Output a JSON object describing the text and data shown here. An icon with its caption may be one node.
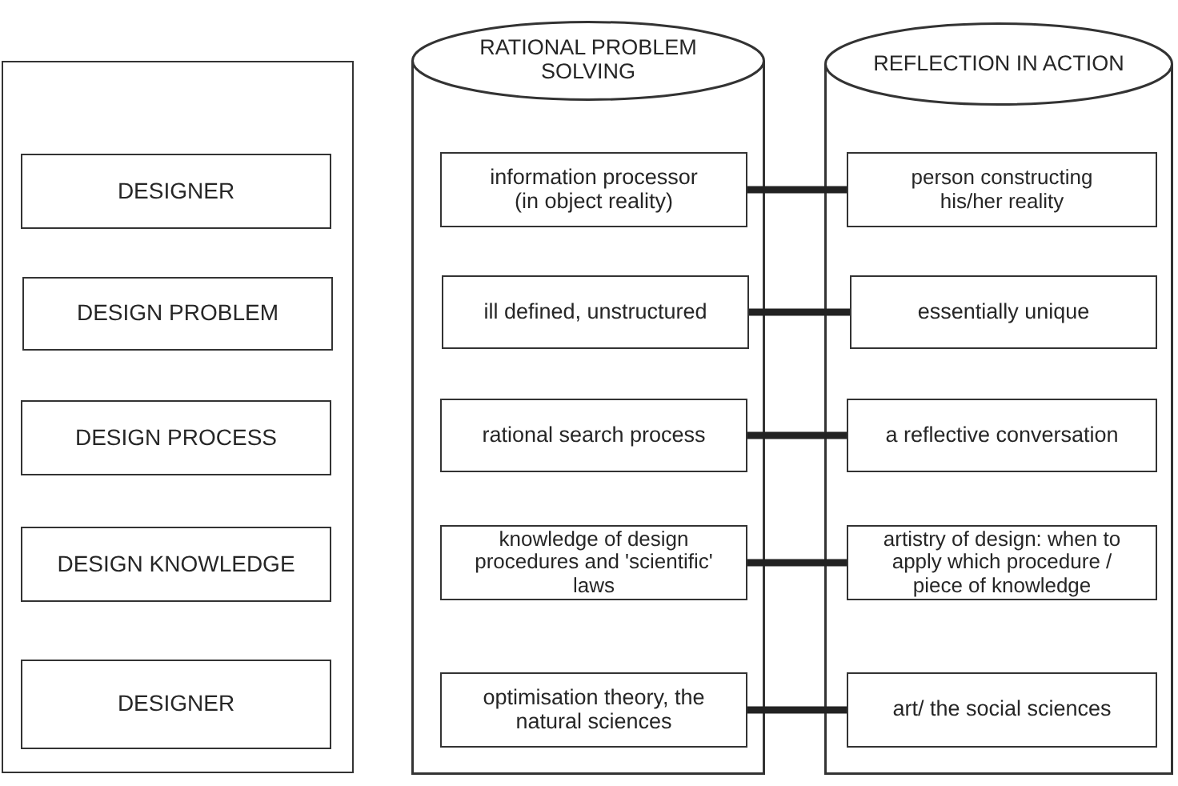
{
  "diagram": {
    "nodes": [
      {
        "text": [],
        "shape": "box"
      },
      {
        "text": [
          "DESIGNER"
        ],
        "in": 0
      },
      {
        "text": [
          "DESIGN PROBLEM"
        ],
        "in": 0
      },
      {
        "text": [
          "DESIGN PROCESS"
        ],
        "in": 0
      },
      {
        "text": [
          "DESIGN KNOWLEDGE"
        ],
        "in": 0
      },
      {
        "text": [
          "DESIGNER"
        ],
        "in": 0
      },
      {
        "text": [
          "RATIONAL PROBLEM SOLVING"
        ]
      },
      {
        "text": [
          "information processor (in object reality)"
        ],
        "in": 6
      },
      {
        "text": [
          "ill defined, unstructured"
        ],
        "in": 6
      },
      {
        "text": [
          "rational search process"
        ],
        "in": 6
      },
      {
        "text": [
          "knowledge of design procedures and 'scientific' laws"
        ],
        "in": 6
      },
      {
        "text": [
          "optimisation theory, the natural sciences"
        ],
        "in": 6
      },
      {
        "text": [
          "REFLECTION IN ACTION"
        ]
      },
      {
        "text": [
          "person constructing his/her reality"
        ],
        "in": 12
      },
      {
        "text": [
          "essentially unique"
        ],
        "in": 12
      },
      {
        "text": [
          "a reflective conversation"
        ],
        "in": 12
      },
      {
        "text": [
          "artistry of design: when to apply which procedure / piece of knowledge"
        ],
        "in": 12
      },
      {
        "text": [
          "art/ the social sciences"
        ],
        "in": 12
      }
    ],
    "edges": [
      {
        "from": 7,
        "to": 13,
        "arrow": "none"
      },
      {
        "from": 8,
        "to": 14,
        "arrow": "none"
      },
      {
        "from": 9,
        "to": 15,
        "arrow": "none"
      },
      {
        "from": 10,
        "to": 16,
        "arrow": "none"
      },
      {
        "from": 11,
        "to": 17,
        "arrow": "none"
      }
    ]
  }
}
